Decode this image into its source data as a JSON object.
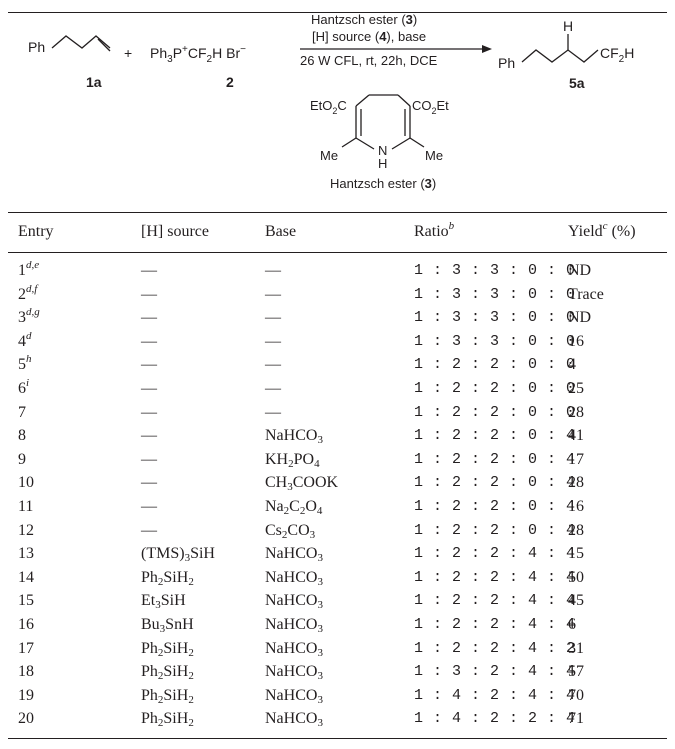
{
  "scheme": {
    "reactant1": {
      "label": "Ph",
      "id": "1a"
    },
    "plus": "+",
    "reagent2": {
      "id": "2"
    },
    "conditions_above": [
      "Hantzsch ester (3)",
      "[H] source (4), base"
    ],
    "conditions_below": "26 W CFL, rt, 22h, DCE",
    "product": {
      "ph": "Ph",
      "h": "H",
      "id": "5a"
    },
    "hantzsch": {
      "me_left": "Me",
      "me_right": "Me",
      "n": "N",
      "nh": "H",
      "caption": "Hantzsch ester (3)"
    }
  },
  "table": {
    "headers": {
      "entry": "Entry",
      "h_source": "[H] source",
      "base": "Base",
      "ratio": "Ratio",
      "ratio_sup": "b",
      "yield": "Yield",
      "yield_sup": "c",
      "yield_unit": " (%)"
    },
    "rows": [
      {
        "entry": "1",
        "sup": "d,e",
        "h_source": "—",
        "base": "—",
        "ratio": "1 : 3 : 3 : 0 : 0",
        "yield": "ND"
      },
      {
        "entry": "2",
        "sup": "d,f",
        "h_source": "—",
        "base": "—",
        "ratio": "1 : 3 : 3 : 0 : 0",
        "yield": "Trace"
      },
      {
        "entry": "3",
        "sup": "d,g",
        "h_source": "—",
        "base": "—",
        "ratio": "1 : 3 : 3 : 0 : 0",
        "yield": "ND"
      },
      {
        "entry": "4",
        "sup": "d",
        "h_source": "—",
        "base": "—",
        "ratio": "1 : 3 : 3 : 0 : 0",
        "yield": "16"
      },
      {
        "entry": "5",
        "sup": "h",
        "h_source": "—",
        "base": "—",
        "ratio": "1 : 2 : 2 : 0 : 0",
        "yield": "4"
      },
      {
        "entry": "6",
        "sup": "i",
        "h_source": "—",
        "base": "—",
        "ratio": "1 : 2 : 2 : 0 : 0",
        "yield": "25"
      },
      {
        "entry": "7",
        "sup": "",
        "h_source": "—",
        "base": "—",
        "ratio": "1 : 2 : 2 : 0 : 0",
        "yield": "28"
      },
      {
        "entry": "8",
        "sup": "",
        "h_source": "—",
        "base": "NaHCO3",
        "ratio": "1 : 2 : 2 : 0 : 4",
        "yield": "41"
      },
      {
        "entry": "9",
        "sup": "",
        "h_source": "—",
        "base": "KH2PO4",
        "ratio": "1 : 2 : 2 : 0 : 4",
        "yield": "17"
      },
      {
        "entry": "10",
        "sup": "",
        "h_source": "—",
        "base": "CH3COOK",
        "ratio": "1 : 2 : 2 : 0 : 4",
        "yield": "28"
      },
      {
        "entry": "11",
        "sup": "",
        "h_source": "—",
        "base": "Na2C2O4",
        "ratio": "1 : 2 : 2 : 0 : 4",
        "yield": "16"
      },
      {
        "entry": "12",
        "sup": "",
        "h_source": "—",
        "base": "Cs2CO3",
        "ratio": "1 : 2 : 2 : 0 : 4",
        "yield": "28"
      },
      {
        "entry": "13",
        "sup": "",
        "h_source": "(TMS)3SiH",
        "base": "NaHCO3",
        "ratio": "1 : 2 : 2 : 4 : 4",
        "yield": "15"
      },
      {
        "entry": "14",
        "sup": "",
        "h_source": "Ph2SiH2",
        "base": "NaHCO3",
        "ratio": "1 : 2 : 2 : 4 : 4",
        "yield": "50"
      },
      {
        "entry": "15",
        "sup": "",
        "h_source": "Et3SiH",
        "base": "NaHCO3",
        "ratio": "1 : 2 : 2 : 4 : 4",
        "yield": "45"
      },
      {
        "entry": "16",
        "sup": "",
        "h_source": "Bu3SnH",
        "base": "NaHCO3",
        "ratio": "1 : 2 : 2 : 4 : 4",
        "yield": "6"
      },
      {
        "entry": "17",
        "sup": "",
        "h_source": "Ph2SiH2",
        "base": "NaHCO3",
        "ratio": "1 : 2 : 2 : 4 : 2",
        "yield": "31"
      },
      {
        "entry": "18",
        "sup": "",
        "h_source": "Ph2SiH2",
        "base": "NaHCO3",
        "ratio": "1 : 3 : 2 : 4 : 4",
        "yield": "57"
      },
      {
        "entry": "19",
        "sup": "",
        "h_source": "Ph2SiH2",
        "base": "NaHCO3",
        "ratio": "1 : 4 : 2 : 4 : 4",
        "yield": "70"
      },
      {
        "entry": "20",
        "sup": "",
        "h_source": "Ph2SiH2",
        "base": "NaHCO3",
        "ratio": "1 : 4 : 2 : 2 : 4",
        "yield": "71"
      }
    ]
  }
}
